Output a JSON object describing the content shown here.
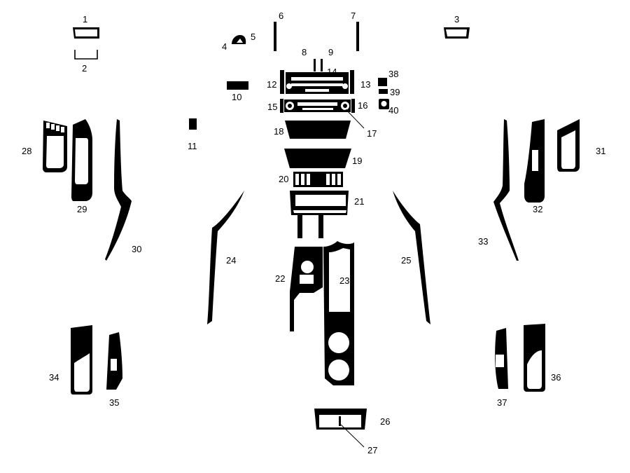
{
  "colors": {
    "part": "#000000",
    "cutout": "#ffffff",
    "label": "#000000"
  },
  "labels": {
    "p1": "1",
    "p2": "2",
    "p3": "3",
    "p4": "4",
    "p5": "5",
    "p6": "6",
    "p7": "7",
    "p8": "8",
    "p9": "9",
    "p10": "10",
    "p11": "11",
    "p12": "12",
    "p13": "13",
    "p14": "14",
    "p15": "15",
    "p16": "16",
    "p17": "17",
    "p18": "18",
    "p19": "19",
    "p20": "20",
    "p21": "21",
    "p22": "22",
    "p23": "23",
    "p24": "24",
    "p25": "25",
    "p26": "26",
    "p27": "27",
    "p28": "28",
    "p29": "29",
    "p30": "30",
    "p31": "31",
    "p32": "32",
    "p33": "33",
    "p34": "34",
    "p35": "35",
    "p36": "36",
    "p37": "37",
    "p38": "38",
    "p39": "39",
    "p40": "40"
  }
}
